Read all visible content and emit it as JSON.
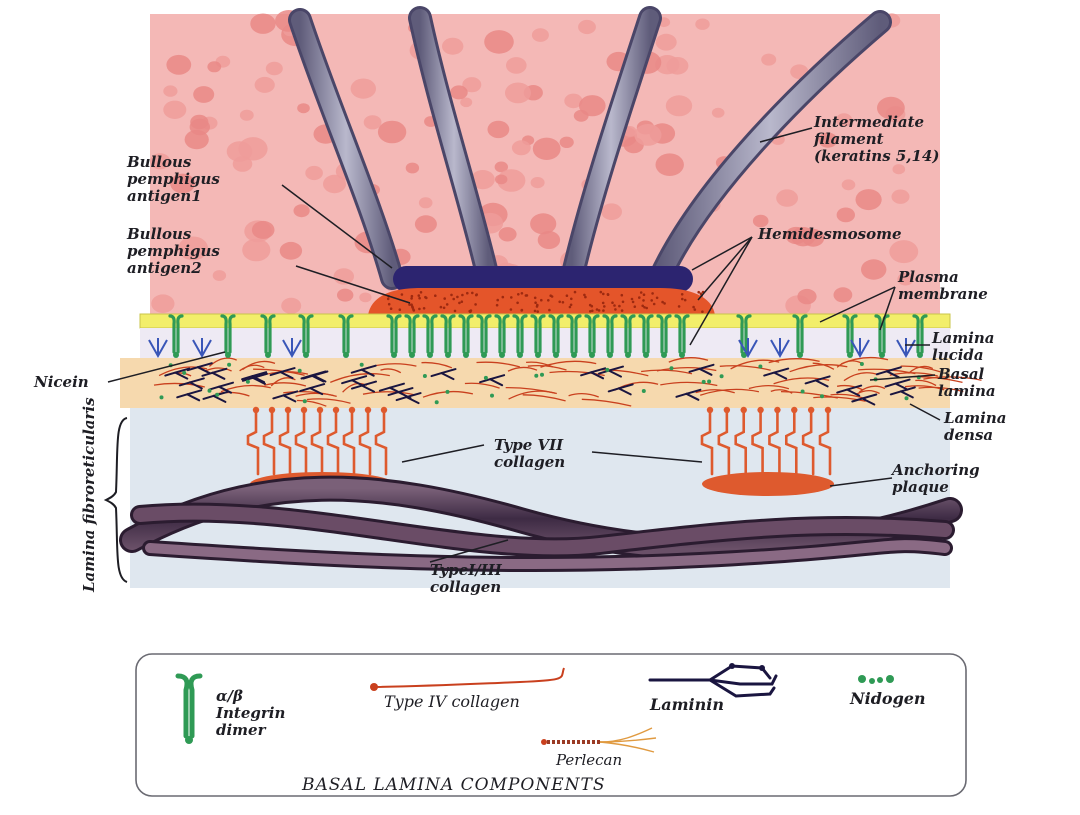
{
  "labels": {
    "intermediate_filament": [
      "Intermediate",
      "filament",
      "(keratins 5,14)"
    ],
    "bullous_antigen1": [
      "Bullous",
      "pemphigus",
      "antigen1"
    ],
    "bullous_antigen2": [
      "Bullous",
      "pemphigus",
      "antigen2"
    ],
    "hemidesmosome": [
      "Hemidesmosome"
    ],
    "plasma_membrane": [
      "Plasma",
      "membrane"
    ],
    "lamina_lucida": [
      "Lamina",
      "lucida"
    ],
    "nicein": [
      "Nicein"
    ],
    "basal_lamina": [
      "Basal",
      "lamina"
    ],
    "lamina_densa": [
      "Lamina",
      "densa"
    ],
    "type_vii_collagen": [
      "Type VII",
      "collagen"
    ],
    "anchoring_plaque": [
      "Anchoring",
      "plaque"
    ],
    "type_i_iii_collagen": [
      "TypeI/III",
      "collagen"
    ],
    "lamina_fibroreticularis": "Lamina fibroreticularis"
  },
  "legend": {
    "integrin": [
      "α/β",
      "Integrin",
      "dimer"
    ],
    "type_iv_collagen": "Type IV collagen",
    "laminin": "Laminin",
    "nidogen": "Nidogen",
    "perlecan": "Perlecan",
    "title": "BASAL LAMINA COMPONENTS"
  },
  "colors": {
    "cytoplasm": "#f4b8b6",
    "cells": "#e88a88",
    "filament": "#8e8ca6",
    "plaque": "#2c2470",
    "antigen2": "#e4552a",
    "membrane": "#f2ee6a",
    "integrin": "#2f9a55",
    "basal_lamina": "#f6d9ae",
    "collagen_vii": "#de5a2e",
    "dermis": "#dfe7ef",
    "fiber": "#4c3550"
  }
}
